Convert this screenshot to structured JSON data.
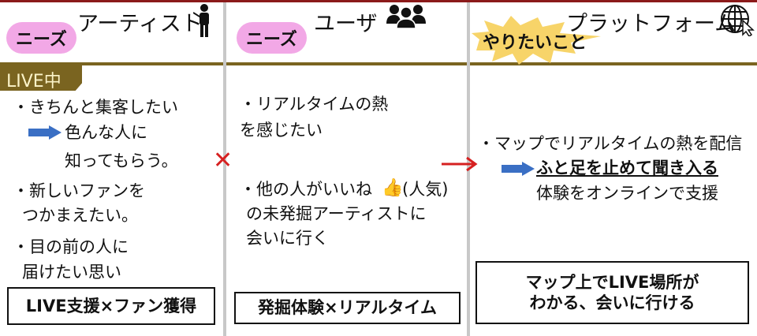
{
  "columns": [
    {
      "title": "アーティスト",
      "badge": "ニーズ",
      "icon": "guitarist-icon",
      "tag": "LIVE中",
      "lines": [
        "・きちんと集客したい",
        "色んな人に",
        "知ってもらう。",
        "・新しいファンを",
        "つかまえたい。",
        "・目の前の人に",
        "届けたい思い"
      ],
      "summary": "LIVE支援×ファン獲得"
    },
    {
      "title": "ユーザ",
      "badge": "ニーズ",
      "icon": "users-icon",
      "lines": [
        "・リアルタイムの熱",
        "を感じたい",
        "・他の人がいいね",
        "(人気)",
        "の未発掘アーティストに",
        "会いに行く"
      ],
      "summary": "発掘体験×リアルタイム"
    },
    {
      "title": "プラットフォーム",
      "badge": "やりたいこと",
      "icon": "globe-cursor-icon",
      "lines": [
        "・マップでリアルタイムの熱を配信",
        "ふと足を止めて聞き入る",
        "体験をオンラインで支援"
      ],
      "summary": [
        "マップ上でLIVE場所が",
        "わかる、会いに行ける"
      ]
    }
  ],
  "colors": {
    "olive": "#7a6420",
    "cloud": "#f2a8e6",
    "burst": "#f7d469",
    "arrow_blue": "#3a6fc4",
    "red": "#d62020"
  }
}
